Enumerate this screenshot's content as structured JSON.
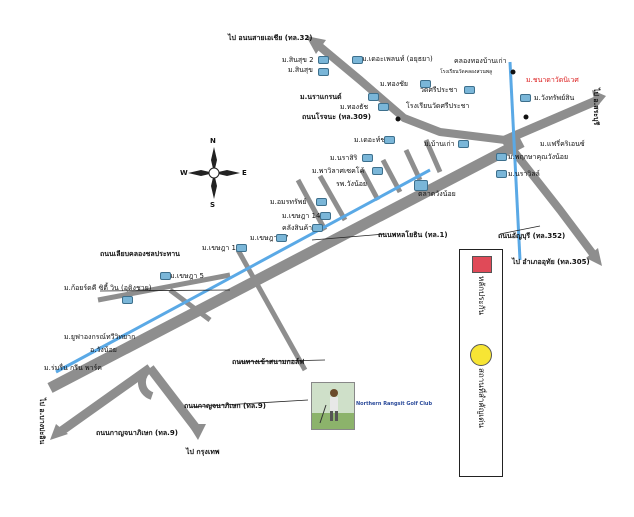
{
  "compass": {
    "n": "N",
    "s": "S",
    "e": "E",
    "w": "W"
  },
  "roads": {
    "to_sathorn": "ไป อนนสายเอเชีย (ทล.32)",
    "rojana": "ถนนโรจนะ (ทล.309)",
    "phahon": "ถนนพหลโยธิน (ทล.1)",
    "klong": "ถนนเลียบคลองชลประทาน",
    "golf_road": "ถนนทางเข้าสนามกอล์ฟ",
    "kanchana": "ถนนกาญจนาภิเษก (ทล.9)",
    "kanchana2": "ถนนกาญจนาภิเษก (ทล.9)",
    "to_bangkok": "ไป กรุงเทพ",
    "to_bangpain": "ไป อ.บางปะอิน",
    "asia": "ถนนอัญบุรี (ทล.352)",
    "to_saraburi": "ไป อ.สระบุรี",
    "to_uthai": "ไป อำเภออุทัย (ทล.305)"
  },
  "places": {
    "m_sinsuk2": "ม.สินสุข 2",
    "m_sinsuk": "ม.สินสุข",
    "m_pleasant": "ม.เดอะเพลนท์ (อยุธยา)",
    "m_thongchai": "ม.ทองชัย",
    "m_ravee": "ม.นราแกรนด์",
    "m_thongthat": "ม.ทองธัช",
    "school_top": "คลองทองบ้านเก่า",
    "school_top2": "โรงเรียนวัดคลองสวนพลู",
    "wat": "วัดศรีประชา",
    "school": "โรงเรียนวัดศรีประชา",
    "m_ban_pruksa": "ม.ชนาดาวัดนิเวศ",
    "m_wangthong": "ม.วังทรัพย์สิน",
    "m_deture": "ม.เดอะท์ช",
    "m_pirun": "ม.บ้านเก่า",
    "m_nara": "ม.นราสิริ",
    "m_phraphruk": "ม.พาวิลาศเซคโค้",
    "hospital": "รพ.วังน้อย",
    "m_fairy": "ม.แฟรี่คริเอนซ์",
    "m_palm": "ม.พฤกษาคุณวังน้อย",
    "m_navee": "ม.นราวิลล์",
    "market": "ตลาดวังน้อย",
    "m_amnat": "ม.อมรทรัพย์",
    "m_khet14": "ม.เขษฎา 14",
    "m_khlongsinka": "คลังสินค้า",
    "m_khet17": "ม.เขษฎา 17",
    "m_khet18": "ม.เขษฎา 18",
    "m_khet5": "ม.เขษฎา 5",
    "m_golden": "ม.ก้อยร์ดคี ซิตี้ วิน (อุดิงชาย)",
    "m_eufram": "ม.ยูฟาองกรณ์ทวีวิทยาก",
    "amphoe": "อ.วังน้อย",
    "m_green": "ม.ร่มรื่น กรีน พาร์ค"
  },
  "golf": {
    "caption": "Northern Rangsit Golf Club"
  },
  "legend": {
    "red_label": "หลักประกัน",
    "yellow_label": "สถานที่สำคัญเด่น"
  }
}
